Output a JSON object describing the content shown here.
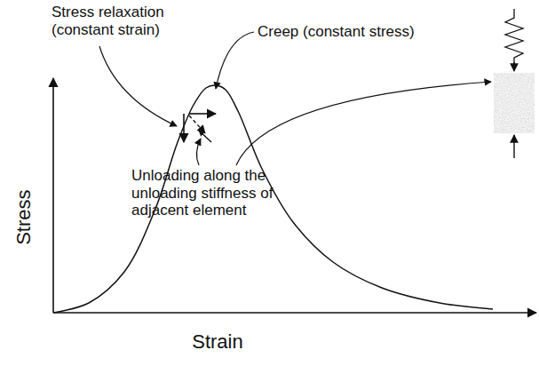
{
  "diagram": {
    "labels": [
      "Stress relaxation (constant strain)",
      "Creep (constant stress)",
      "Unloading along the unloading stiffness of adjacent element",
      "Stress",
      "Strain"
    ]
  }
}
